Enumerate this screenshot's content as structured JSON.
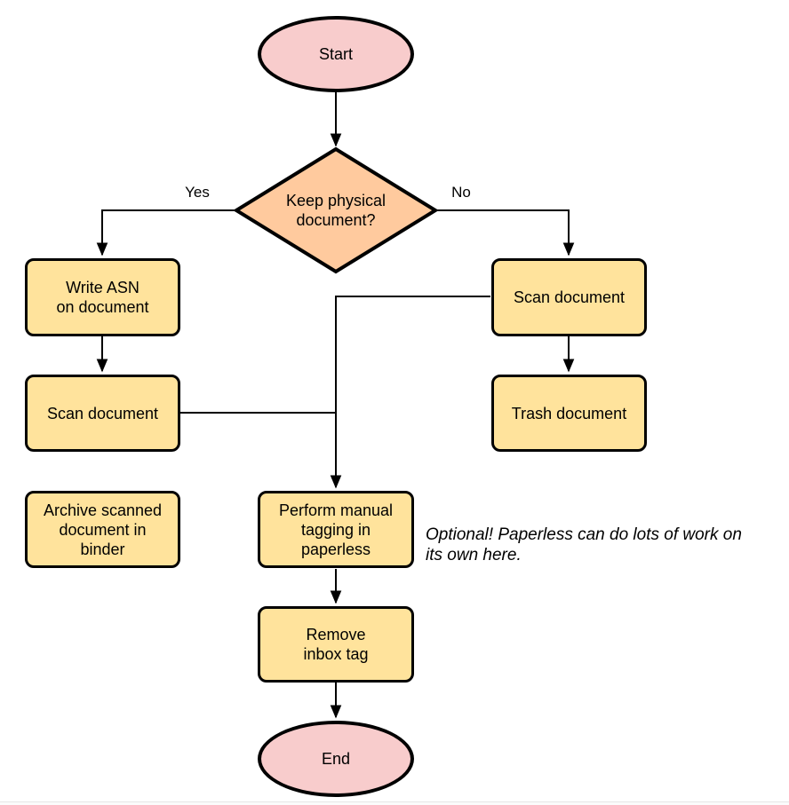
{
  "diagram": {
    "nodes": {
      "start": {
        "label": "Start",
        "shape": "ellipse",
        "fill": "#f8cccc"
      },
      "decision": {
        "label": "Keep physical\ndocument?",
        "shape": "diamond",
        "fill": "#ffca9e"
      },
      "write_asn": {
        "label": "Write ASN\non document",
        "shape": "rect",
        "fill": "#ffe39c"
      },
      "scan_left": {
        "label": "Scan document",
        "shape": "rect",
        "fill": "#ffe39c"
      },
      "archive": {
        "label": "Archive scanned\ndocument in\nbinder",
        "shape": "rect",
        "fill": "#ffe39c"
      },
      "scan_right": {
        "label": "Scan document",
        "shape": "rect",
        "fill": "#ffe39c"
      },
      "trash": {
        "label": "Trash document",
        "shape": "rect",
        "fill": "#ffe39c"
      },
      "tagging": {
        "label": "Perform manual\ntagging in\npaperless",
        "shape": "rect",
        "fill": "#ffe39c"
      },
      "remove_inbox": {
        "label": "Remove\ninbox tag",
        "shape": "rect",
        "fill": "#ffe39c"
      },
      "end": {
        "label": "End",
        "shape": "ellipse",
        "fill": "#f8cccc"
      }
    },
    "edge_labels": {
      "yes": "Yes",
      "no": "No"
    },
    "annotation": "Optional! Paperless can do lots of work on\nits own here.",
    "colors": {
      "node_yellow": "#ffe39c",
      "terminal_pink": "#f8cccc",
      "decision_orange": "#ffca9e",
      "stroke": "#000000",
      "background": "#ffffff"
    }
  }
}
